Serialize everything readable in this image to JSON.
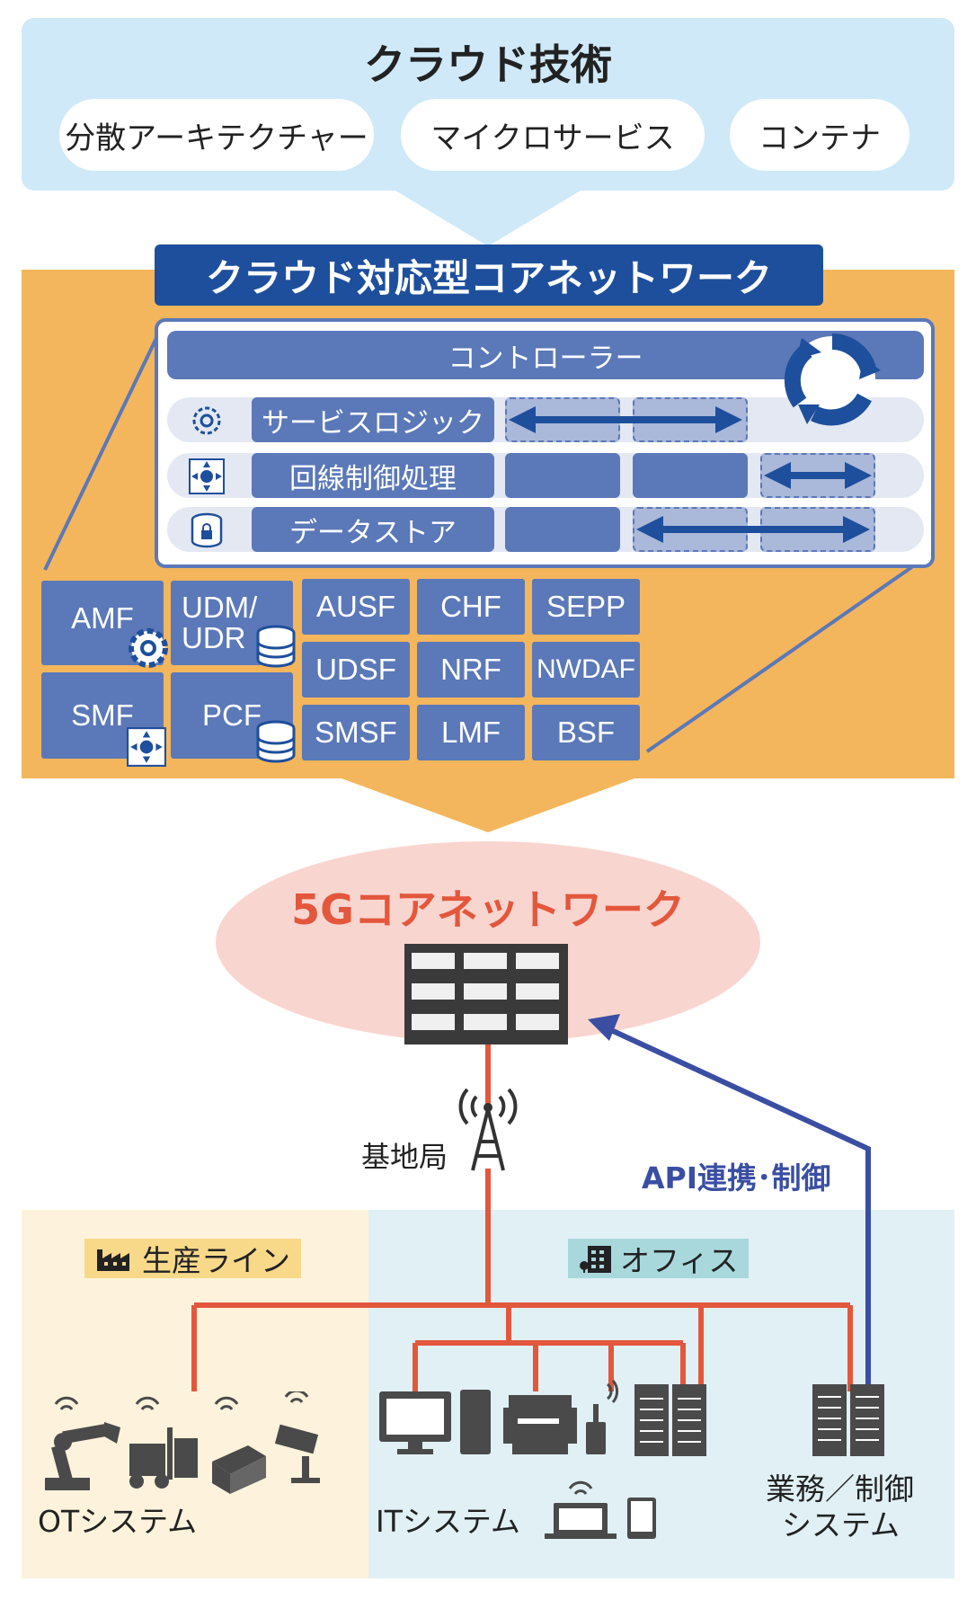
{
  "cloud_tech": {
    "title": "クラウド技術",
    "items": [
      "分散アーキテクチャー",
      "マイクロサービス",
      "コンテナ"
    ]
  },
  "core": {
    "title": "クラウド対応型コアネットワーク",
    "controller": "コントローラー",
    "layers": [
      "サービスロジック",
      "回線制御処理",
      "データストア"
    ],
    "functions": {
      "amf": "AMF",
      "udm": "UDM/",
      "udr": "UDR",
      "smf": "SMF",
      "pcf": "PCF",
      "ausf": "AUSF",
      "chf": "CHF",
      "sepp": "SEPP",
      "udsf": "UDSF",
      "nrf": "NRF",
      "nwdaf": "NWDAF",
      "smsf": "SMSF",
      "lmf": "LMF",
      "bsf": "BSF"
    }
  },
  "core5g": {
    "title": "5Gコアネットワーク"
  },
  "base_station": "基地局",
  "api_label": "API連携･制御",
  "zones": {
    "production": "生産ライン",
    "office": "オフィス"
  },
  "systems": {
    "ot": "OTシステム",
    "it": "ITシステム",
    "business_line1": "業務／制御",
    "business_line2": "システム"
  },
  "colors": {
    "core_blue": "#5b78b8",
    "navy": "#1e4f9c",
    "orange": "#f4b65c",
    "red_line": "#e3573c",
    "api_blue": "#3a4ea3"
  }
}
